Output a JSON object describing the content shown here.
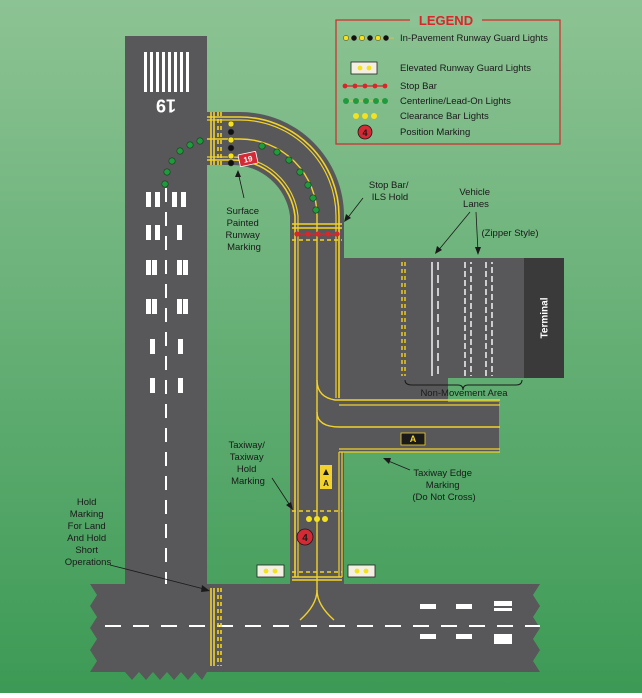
{
  "legend": {
    "title": "LEGEND",
    "items": [
      {
        "label": "In-Pavement Runway Guard Lights"
      },
      {
        "label": "Elevated Runway Guard Lights"
      },
      {
        "label": "Stop Bar"
      },
      {
        "label": "Centerline/Lead-On Lights"
      },
      {
        "label": "Clearance Bar Lights"
      },
      {
        "label": "Position Marking"
      }
    ],
    "position_symbol": "4"
  },
  "runway": {
    "designator": "19",
    "sign_text": "19"
  },
  "taxiway": {
    "sign_text": "A",
    "position_number": "4"
  },
  "terminal": {
    "label": "Terminal"
  },
  "labels": {
    "surface_painted": [
      "Surface",
      "Painted",
      "Runway",
      "Marking"
    ],
    "stop_bar": [
      "Stop Bar/",
      "ILS Hold"
    ],
    "vehicle_lanes": [
      "Vehicle",
      "Lanes"
    ],
    "zipper": "(Zipper Style)",
    "non_movement": "Non-Movement Area",
    "taxiway_hold": [
      "Taxiway/",
      "Taxiway",
      "Hold",
      "Marking"
    ],
    "edge_marking": [
      "Taxiway Edge",
      "Marking",
      "(Do Not Cross)"
    ],
    "lahso": [
      "Hold",
      "Marking",
      "For Land",
      "And Hold",
      "Short",
      "Operations"
    ]
  },
  "colors": {
    "bg_top": "#8dc394",
    "bg_bottom": "#3c9a55",
    "pavement": "#58585a",
    "marking": "#f2d22b",
    "stop_bar": "#d8262a",
    "centerline_light": "#1f9a3c",
    "guard_light": "#f5e21e",
    "legend_border": "#d8262a",
    "sign_red": "#d42a35",
    "terminal": "#3a3a3a"
  }
}
